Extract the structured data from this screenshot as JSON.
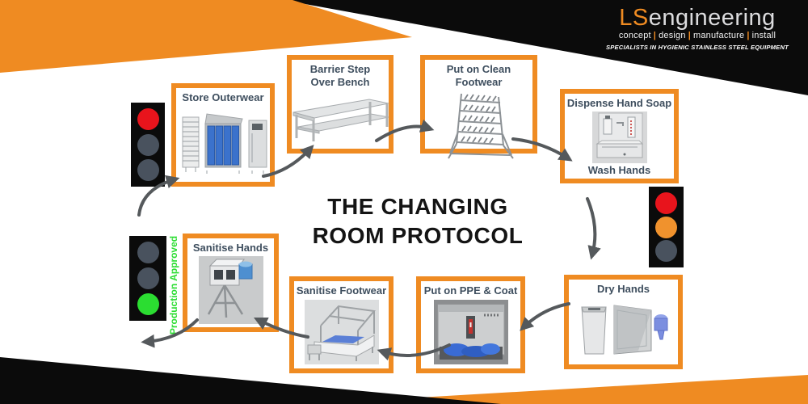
{
  "brand": {
    "logo_prefix": "LS",
    "logo_suffix": "engineering",
    "tagline": [
      "concept",
      "design",
      "manufacture",
      "install"
    ],
    "tagline_divider": "|",
    "strapline": "SPECIALISTS IN HYGIENIC STAINLESS STEEL EQUIPMENT"
  },
  "title": {
    "line1": "THE CHANGING",
    "line2": "ROOM PROTOCOL"
  },
  "steps": {
    "store_outerwear": {
      "label": "Store Outerwear"
    },
    "barrier_bench": {
      "line1": "Barrier Step",
      "line2": "Over Bench"
    },
    "clean_footwear": {
      "label": "Put on Clean Footwear"
    },
    "wash_hands": {
      "label_top": "Dispense Hand Soap",
      "label_bottom": "Wash Hands"
    },
    "dry_hands": {
      "label": "Dry Hands"
    },
    "ppe_coat": {
      "label": "Put on PPE & Coat"
    },
    "sanitise_footwear": {
      "label": "Sanitise Footwear"
    },
    "sanitise_hands": {
      "label": "Sanitise Hands"
    }
  },
  "status": {
    "production_approved": "Production Approved"
  },
  "traffic_lights": [
    {
      "name": "entry",
      "lights": [
        "red",
        "off",
        "off"
      ]
    },
    {
      "name": "mid-protocol",
      "lights": [
        "red",
        "amber",
        "off"
      ]
    },
    {
      "name": "exit",
      "lights": [
        "off",
        "off",
        "green"
      ]
    }
  ],
  "colors": {
    "accent": "#ef8b22",
    "red": "#e8141c",
    "amber": "#f0922d",
    "green": "#2bdd31",
    "off": "#49525e",
    "label": "#3e4e5e",
    "arrow": "#55595c",
    "logo-gray": "#dcdcde"
  }
}
